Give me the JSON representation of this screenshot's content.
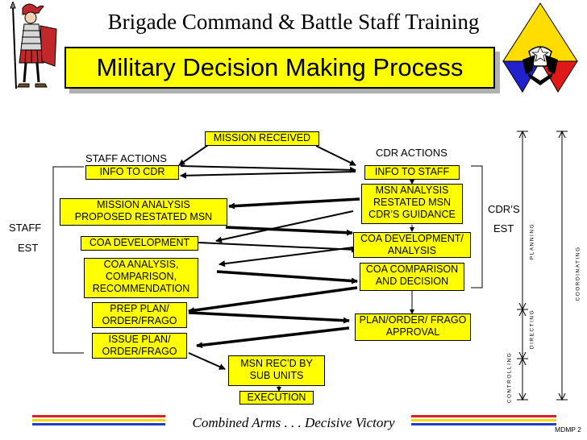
{
  "header": {
    "title": "Brigade Command & Battle Staff Training"
  },
  "main_title": "Military Decision Making Process",
  "nodes": {
    "mission_received": "MISSION RECEIVED",
    "staff_actions": "STAFF ACTIONS",
    "cdr_actions": "CDR ACTIONS",
    "staff_info_to_cdr": "INFO TO CDR",
    "cdr_info_to_staff": "INFO TO STAFF",
    "mission_analysis": [
      "MISSION ANALYSIS",
      "PROPOSED RESTATED MSN"
    ],
    "msn_analysis": [
      "MSN ANALYSIS",
      "RESTATED MSN",
      "CDR’S GUIDANCE"
    ],
    "coa_development": "COA DEVELOPMENT",
    "coa_dev_analysis": [
      "COA DEVELOPMENT/",
      "ANALYSIS"
    ],
    "coa_analysis": [
      "COA ANALYSIS,",
      "COMPARISON,",
      "RECOMMENDATION"
    ],
    "coa_comparison": [
      "COA COMPARISON",
      "AND DECISION"
    ],
    "prep_plan": [
      "PREP PLAN/",
      "ORDER/FRAGO"
    ],
    "plan_approval": [
      "PLAN/ORDER/ FRAGO",
      "APPROVAL"
    ],
    "issue_plan": [
      "ISSUE PLAN/",
      "ORDER/FRAGO"
    ],
    "msn_recd": [
      "MSN REC’D BY",
      "SUB UNITS"
    ],
    "execution": "EXECUTION"
  },
  "side_labels": {
    "staff": "STAFF",
    "staff_est": "EST",
    "cdrs": "CDR’S",
    "cdr_est": "EST",
    "planning": "PLANNING",
    "directing": "DIRECTING",
    "controlling": "CONTROLLING",
    "coordinating": "COORDINATING"
  },
  "footer": {
    "slogan": "Combined Arms . . . Decisive Victory",
    "page": "MDMP 2"
  },
  "colors": {
    "box_fill": "#ffff00",
    "stripe_red": "#e02020",
    "stripe_yellow": "#ffd800",
    "stripe_blue": "#2040c0",
    "emblem_yellow": "#ffdd00",
    "emblem_blue": "#2222cc",
    "emblem_red": "#e01818"
  }
}
